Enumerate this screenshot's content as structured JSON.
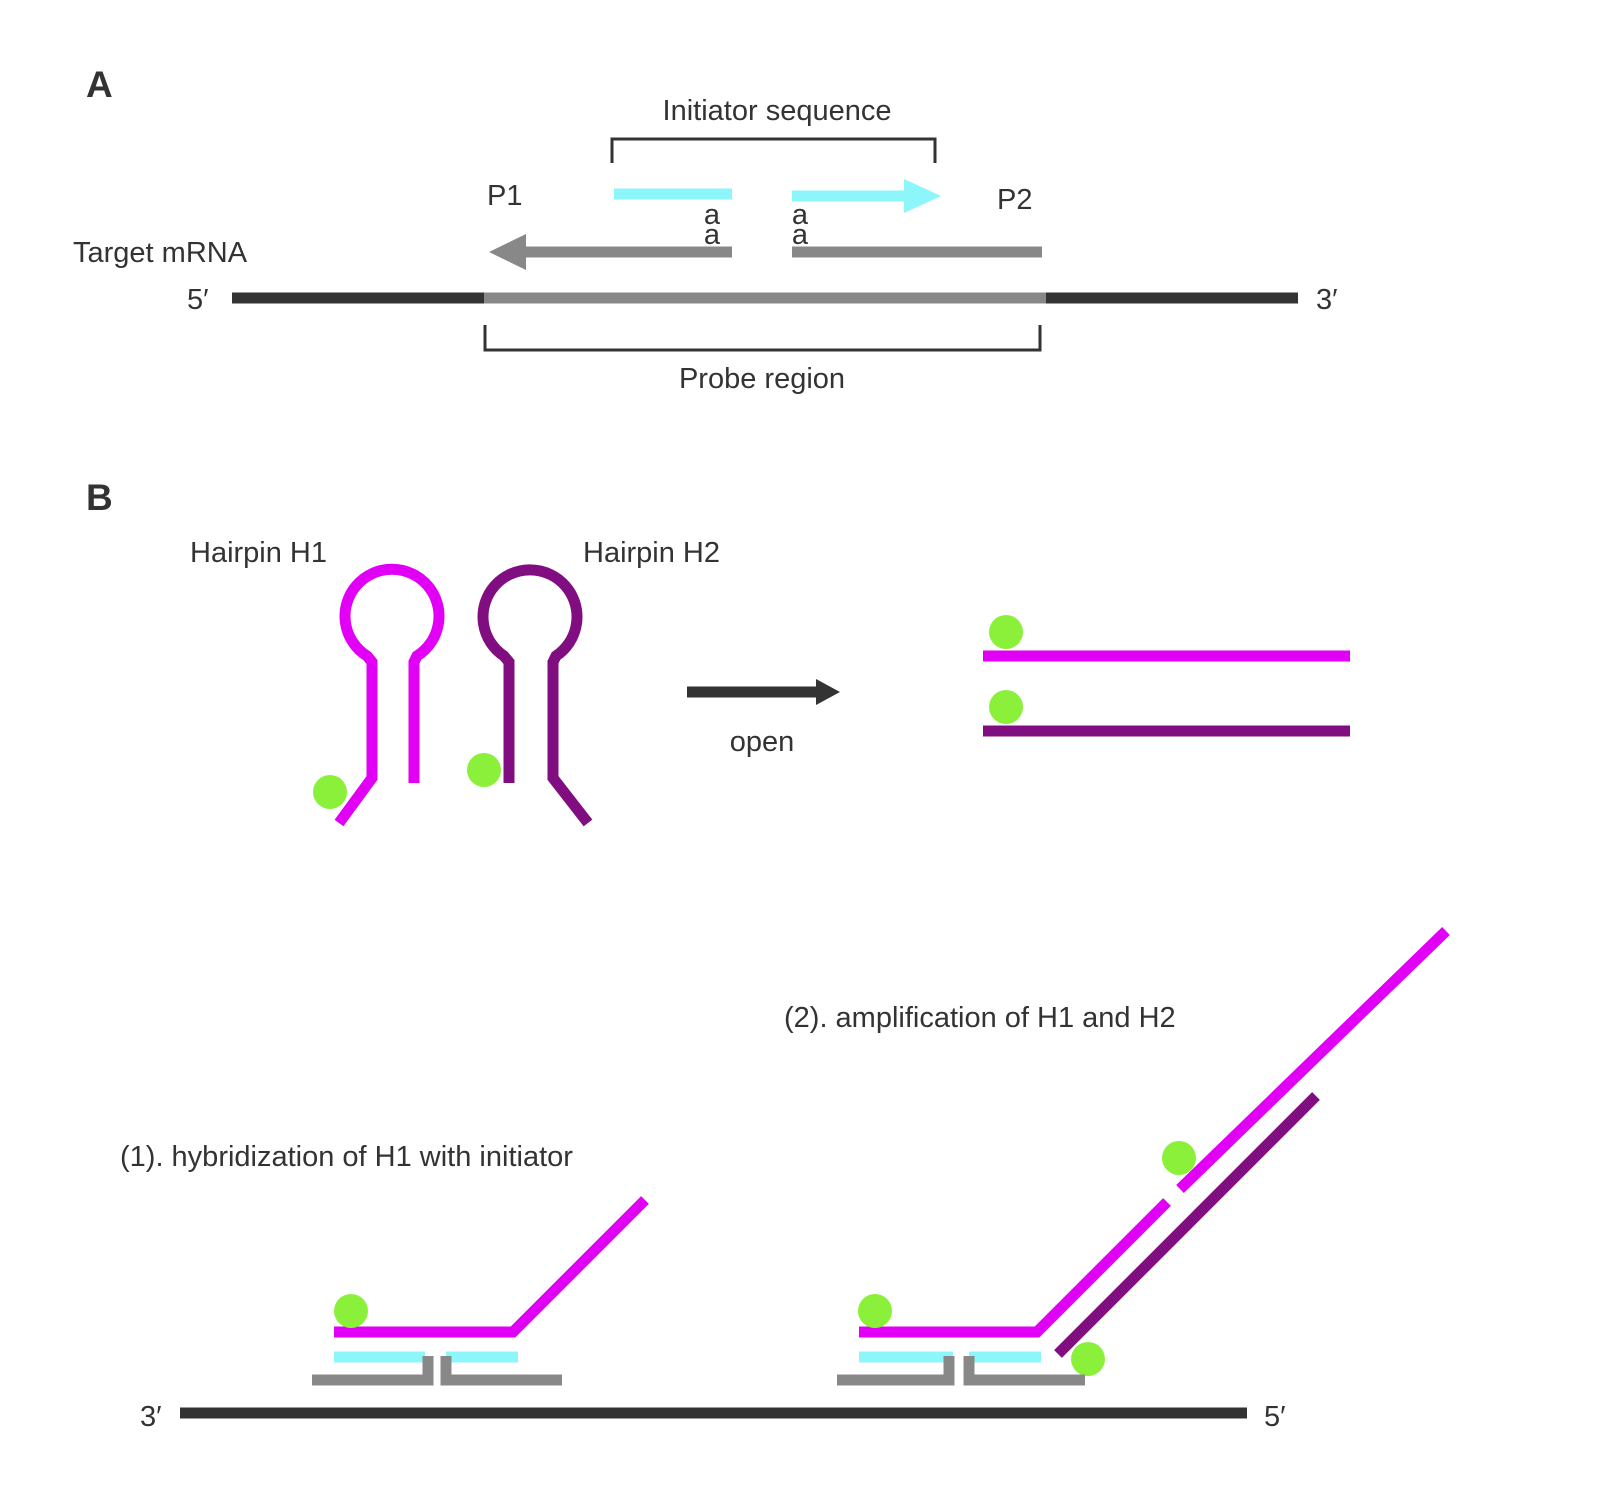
{
  "colors": {
    "dark_strand": "#333333",
    "probe_gray": "#888888",
    "initiator_cyan": "#8CF6FA",
    "h1_magenta": "#E100F5",
    "h2_purple": "#800E80",
    "fluorophore_green": "#8BF03A"
  },
  "panel_a": {
    "letter": "A",
    "initiator_label": "Initiator sequence",
    "p1_label": "P1",
    "p2_label": "P2",
    "target_label": "Target mRNA",
    "five_prime": "5′",
    "three_prime": "3′",
    "probe_region_label": "Probe region",
    "base_a": "a"
  },
  "panel_b": {
    "letter": "B",
    "h1_label": "Hairpin H1",
    "h2_label": "Hairpin H2",
    "open_label": "open",
    "step1_label": "(1). hybridization of H1 with initiator",
    "step2_label": "(2). amplification of H1 and H2",
    "three_prime": "3′",
    "five_prime": "5′"
  }
}
